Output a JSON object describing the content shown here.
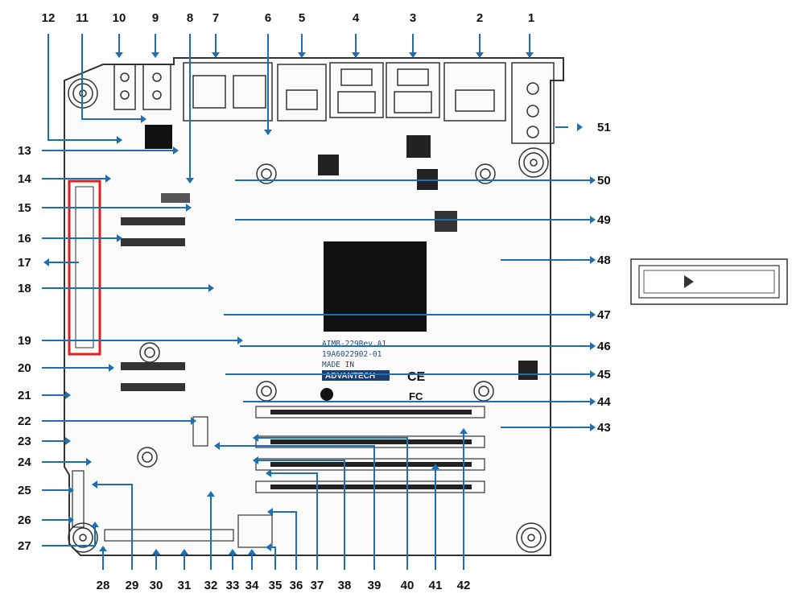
{
  "board": {
    "silkscreen_lines": [
      "AIMB-229Rev.A1",
      "19A6022902-01",
      "MADE IN"
    ],
    "brand": "ADVANTECH",
    "ce_mark": "CE",
    "fc_mark": "FC"
  },
  "callouts": [
    "1",
    "2",
    "3",
    "4",
    "5",
    "6",
    "7",
    "8",
    "9",
    "10",
    "11",
    "12",
    "13",
    "14",
    "15",
    "16",
    "17",
    "18",
    "19",
    "20",
    "21",
    "22",
    "23",
    "24",
    "25",
    "26",
    "27",
    "28",
    "29",
    "30",
    "31",
    "32",
    "33",
    "34",
    "35",
    "36",
    "37",
    "38",
    "39",
    "40",
    "41",
    "42",
    "43",
    "44",
    "45",
    "46",
    "47",
    "48",
    "49",
    "50",
    "51"
  ],
  "colors": {
    "leader": "#1c6fb5",
    "highlight": "#e0211c",
    "board_outline": "#333333"
  }
}
